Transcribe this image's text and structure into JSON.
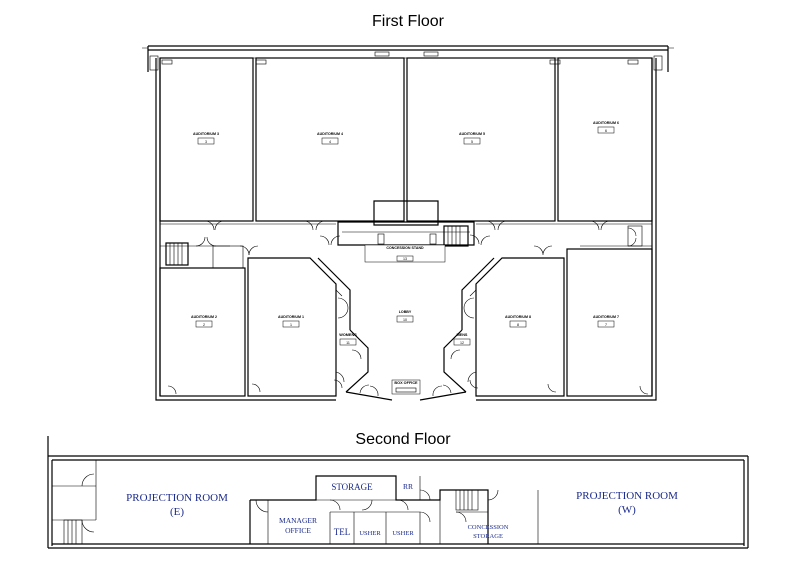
{
  "first_floor": {
    "title": "First Floor",
    "auditoriums": [
      {
        "label": "AUDITORIUM 3",
        "number": "3"
      },
      {
        "label": "AUDITORIUM 4",
        "number": "4"
      },
      {
        "label": "AUDITORIUM 5",
        "number": "5"
      },
      {
        "label": "AUDITORIUM 6",
        "number": "6"
      },
      {
        "label": "AUDITORIUM 2",
        "number": "2"
      },
      {
        "label": "AUDITORIUM 1",
        "number": "1"
      },
      {
        "label": "AUDITORIUM 8",
        "number": "8"
      },
      {
        "label": "AUDITORIUM 7",
        "number": "7"
      }
    ],
    "concession": {
      "label": "CONCESSION STAND",
      "number": "13"
    },
    "lobby": {
      "label": "LOBBY",
      "number": "10"
    },
    "womens": {
      "label": "WOMENS",
      "number": "11"
    },
    "mens": {
      "label": "MENS",
      "number": "12"
    },
    "box_office": {
      "label": "BOX OFFICE"
    }
  },
  "second_floor": {
    "title": "Second Floor",
    "projection_east": {
      "line1": "PROJECTION ROOM",
      "line2": "(E)"
    },
    "projection_west": {
      "line1": "PROJECTION ROOM",
      "line2": "(W)"
    },
    "storage": "STORAGE",
    "rr": "RR",
    "manager_office": {
      "line1": "MANAGER",
      "line2": "OFFICE"
    },
    "tel": "TEL",
    "usher_1": "USHER",
    "usher_2": "USHER",
    "concession_storage": {
      "line1": "CONCESSION",
      "line2": "STORAGE"
    }
  },
  "colors": {
    "room_label": "#1a2a8c",
    "wall": "#000000",
    "background": "#ffffff"
  }
}
